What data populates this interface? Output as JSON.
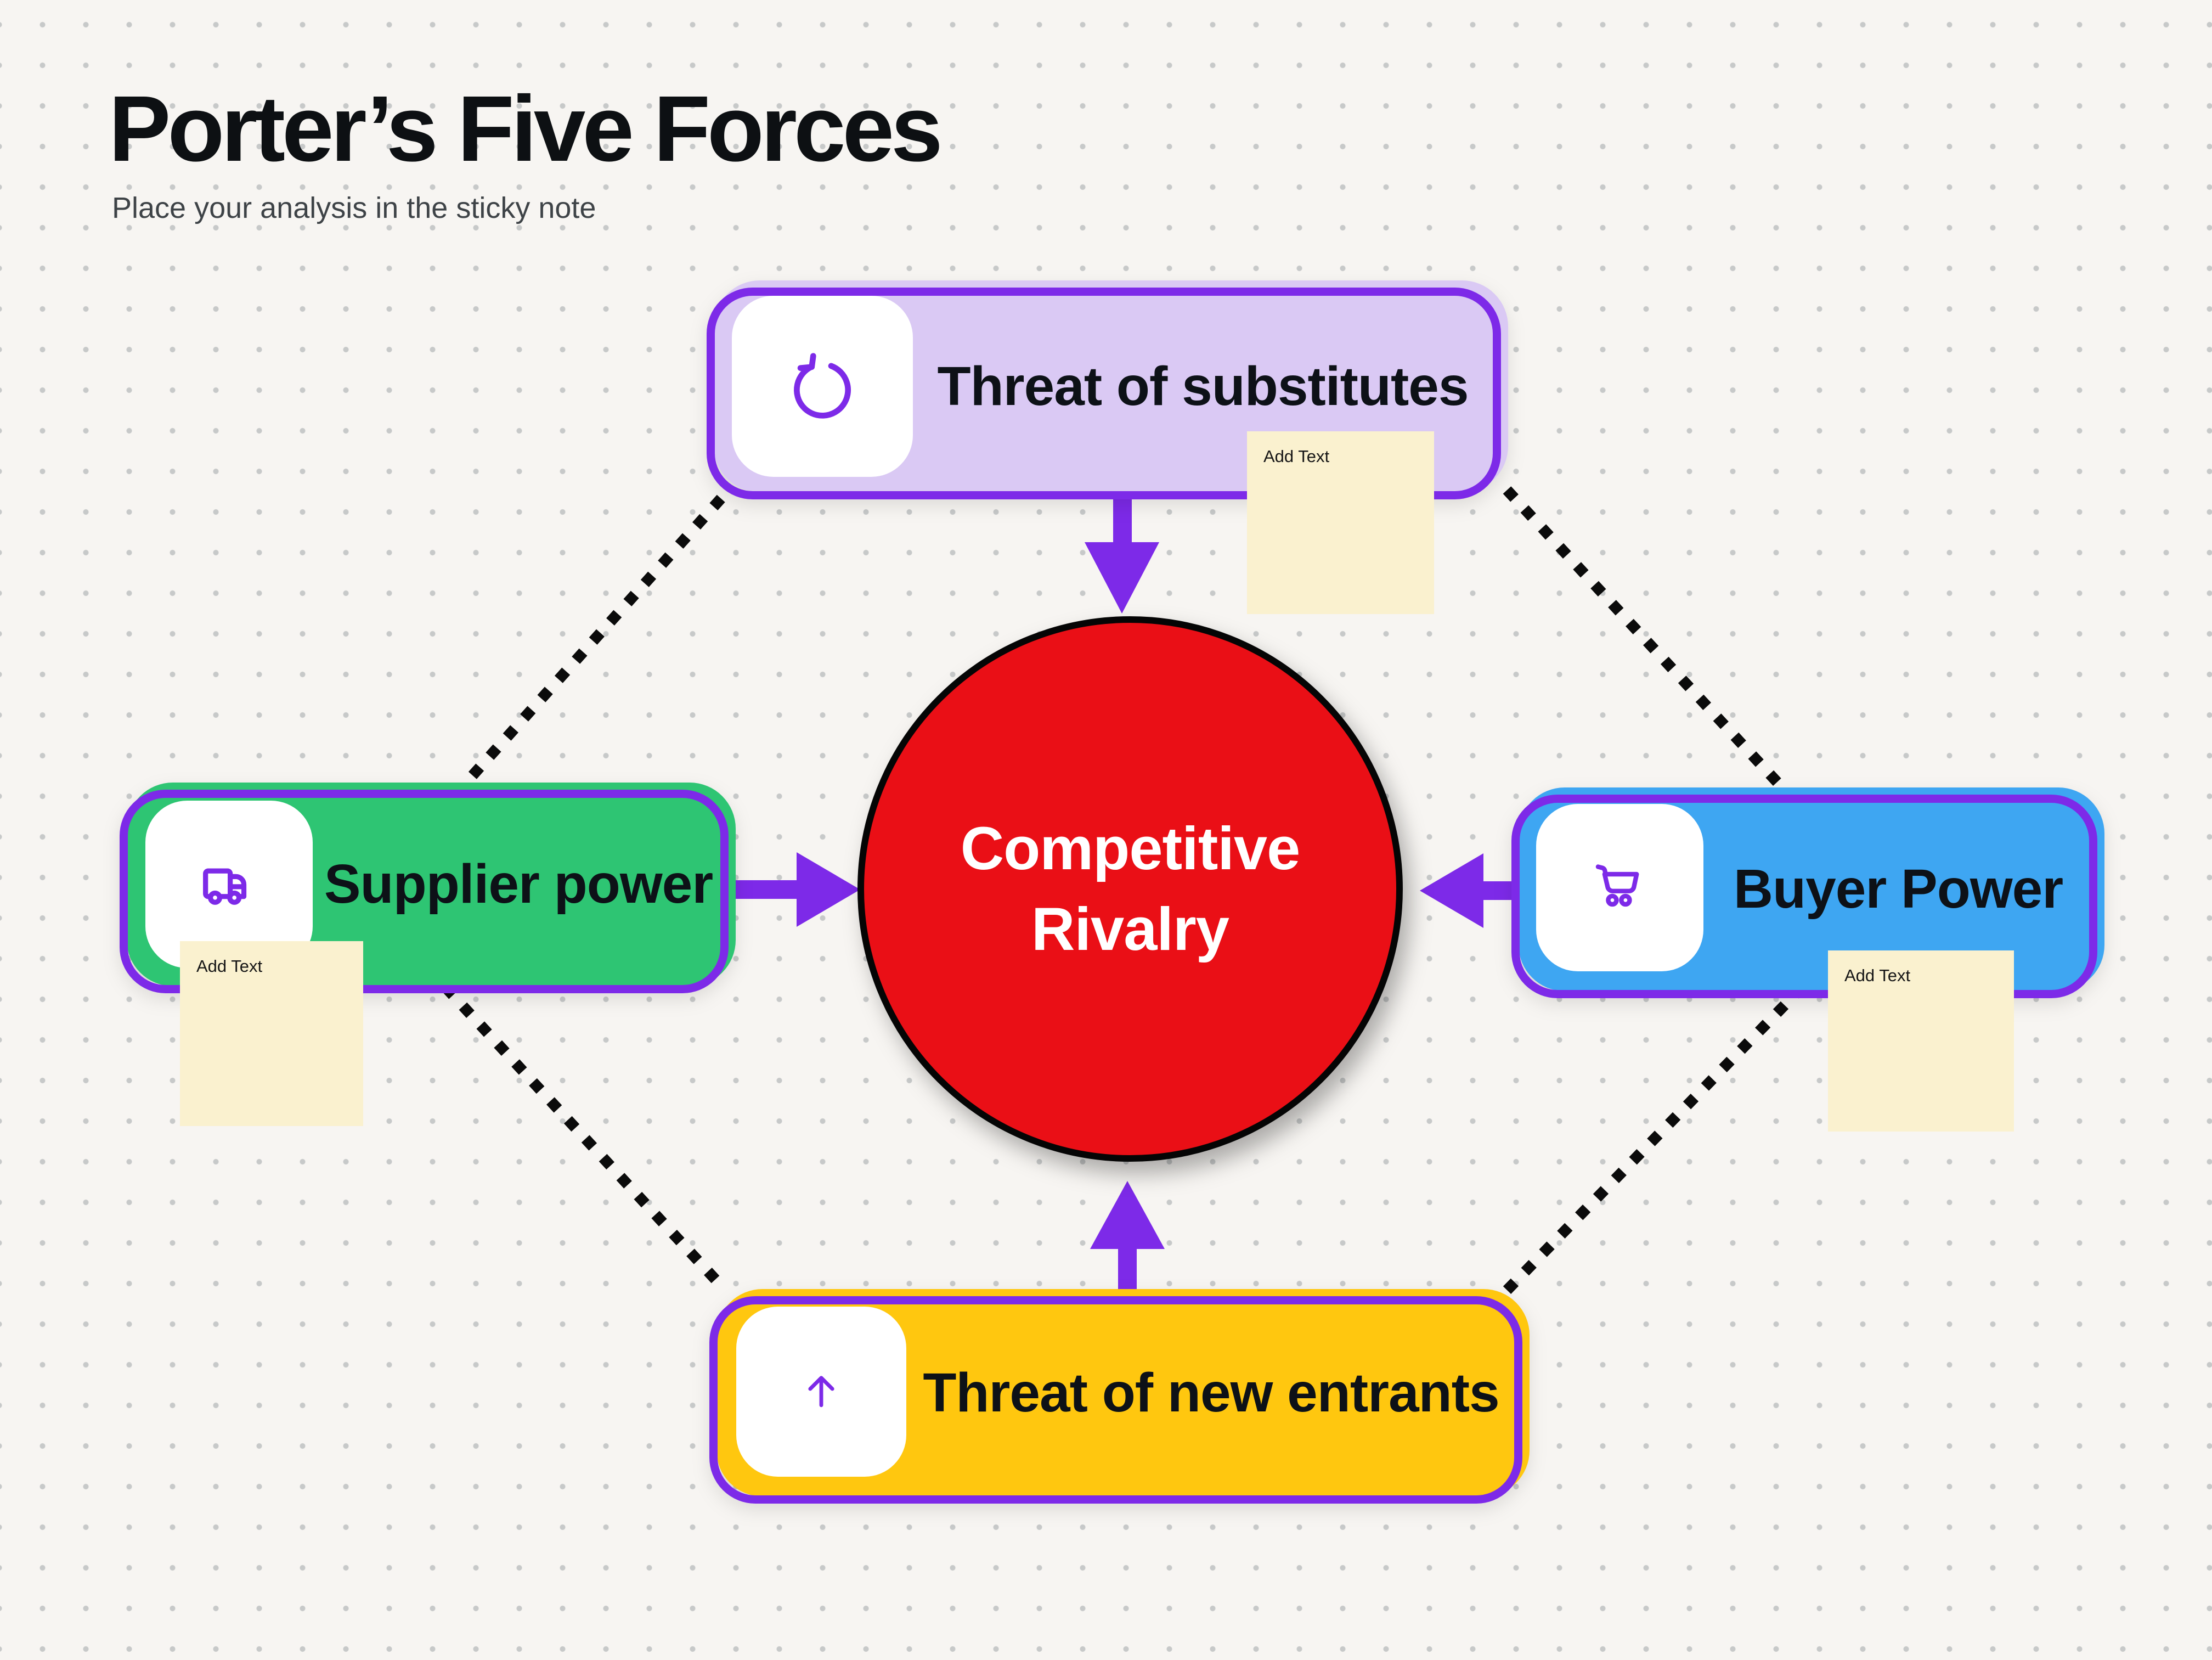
{
  "header": {
    "title": "Porter’s Five Forces",
    "subtitle": "Place your analysis in the sticky note"
  },
  "center": {
    "line1": "Competitive",
    "line2": "Rivalry",
    "fill": "#EA0F16",
    "text_color": "#FFFFFF"
  },
  "sticky": {
    "label": "Add Text",
    "fill": "#FAF1CF"
  },
  "colors": {
    "accent_purple": "#7D2AE8",
    "connector_black": "#0B0B0B",
    "canvas_background": "#F7F5F2",
    "dot_grid": "#C7C9C9"
  },
  "forces": [
    {
      "id": "threat-of-substitutes",
      "label": "Threat of substitutes",
      "icon": "rotate-ccw-icon",
      "fill": "#DAC9F4"
    },
    {
      "id": "supplier-power",
      "label": "Supplier power",
      "icon": "truck-icon",
      "fill": "#2EC573"
    },
    {
      "id": "buyer-power",
      "label": "Buyer Power",
      "icon": "cart-icon",
      "fill": "#3EA6F2"
    },
    {
      "id": "threat-of-new-entrants",
      "label": "Threat of new entrants",
      "icon": "arrow-up-icon",
      "fill": "#FFC70F"
    }
  ]
}
